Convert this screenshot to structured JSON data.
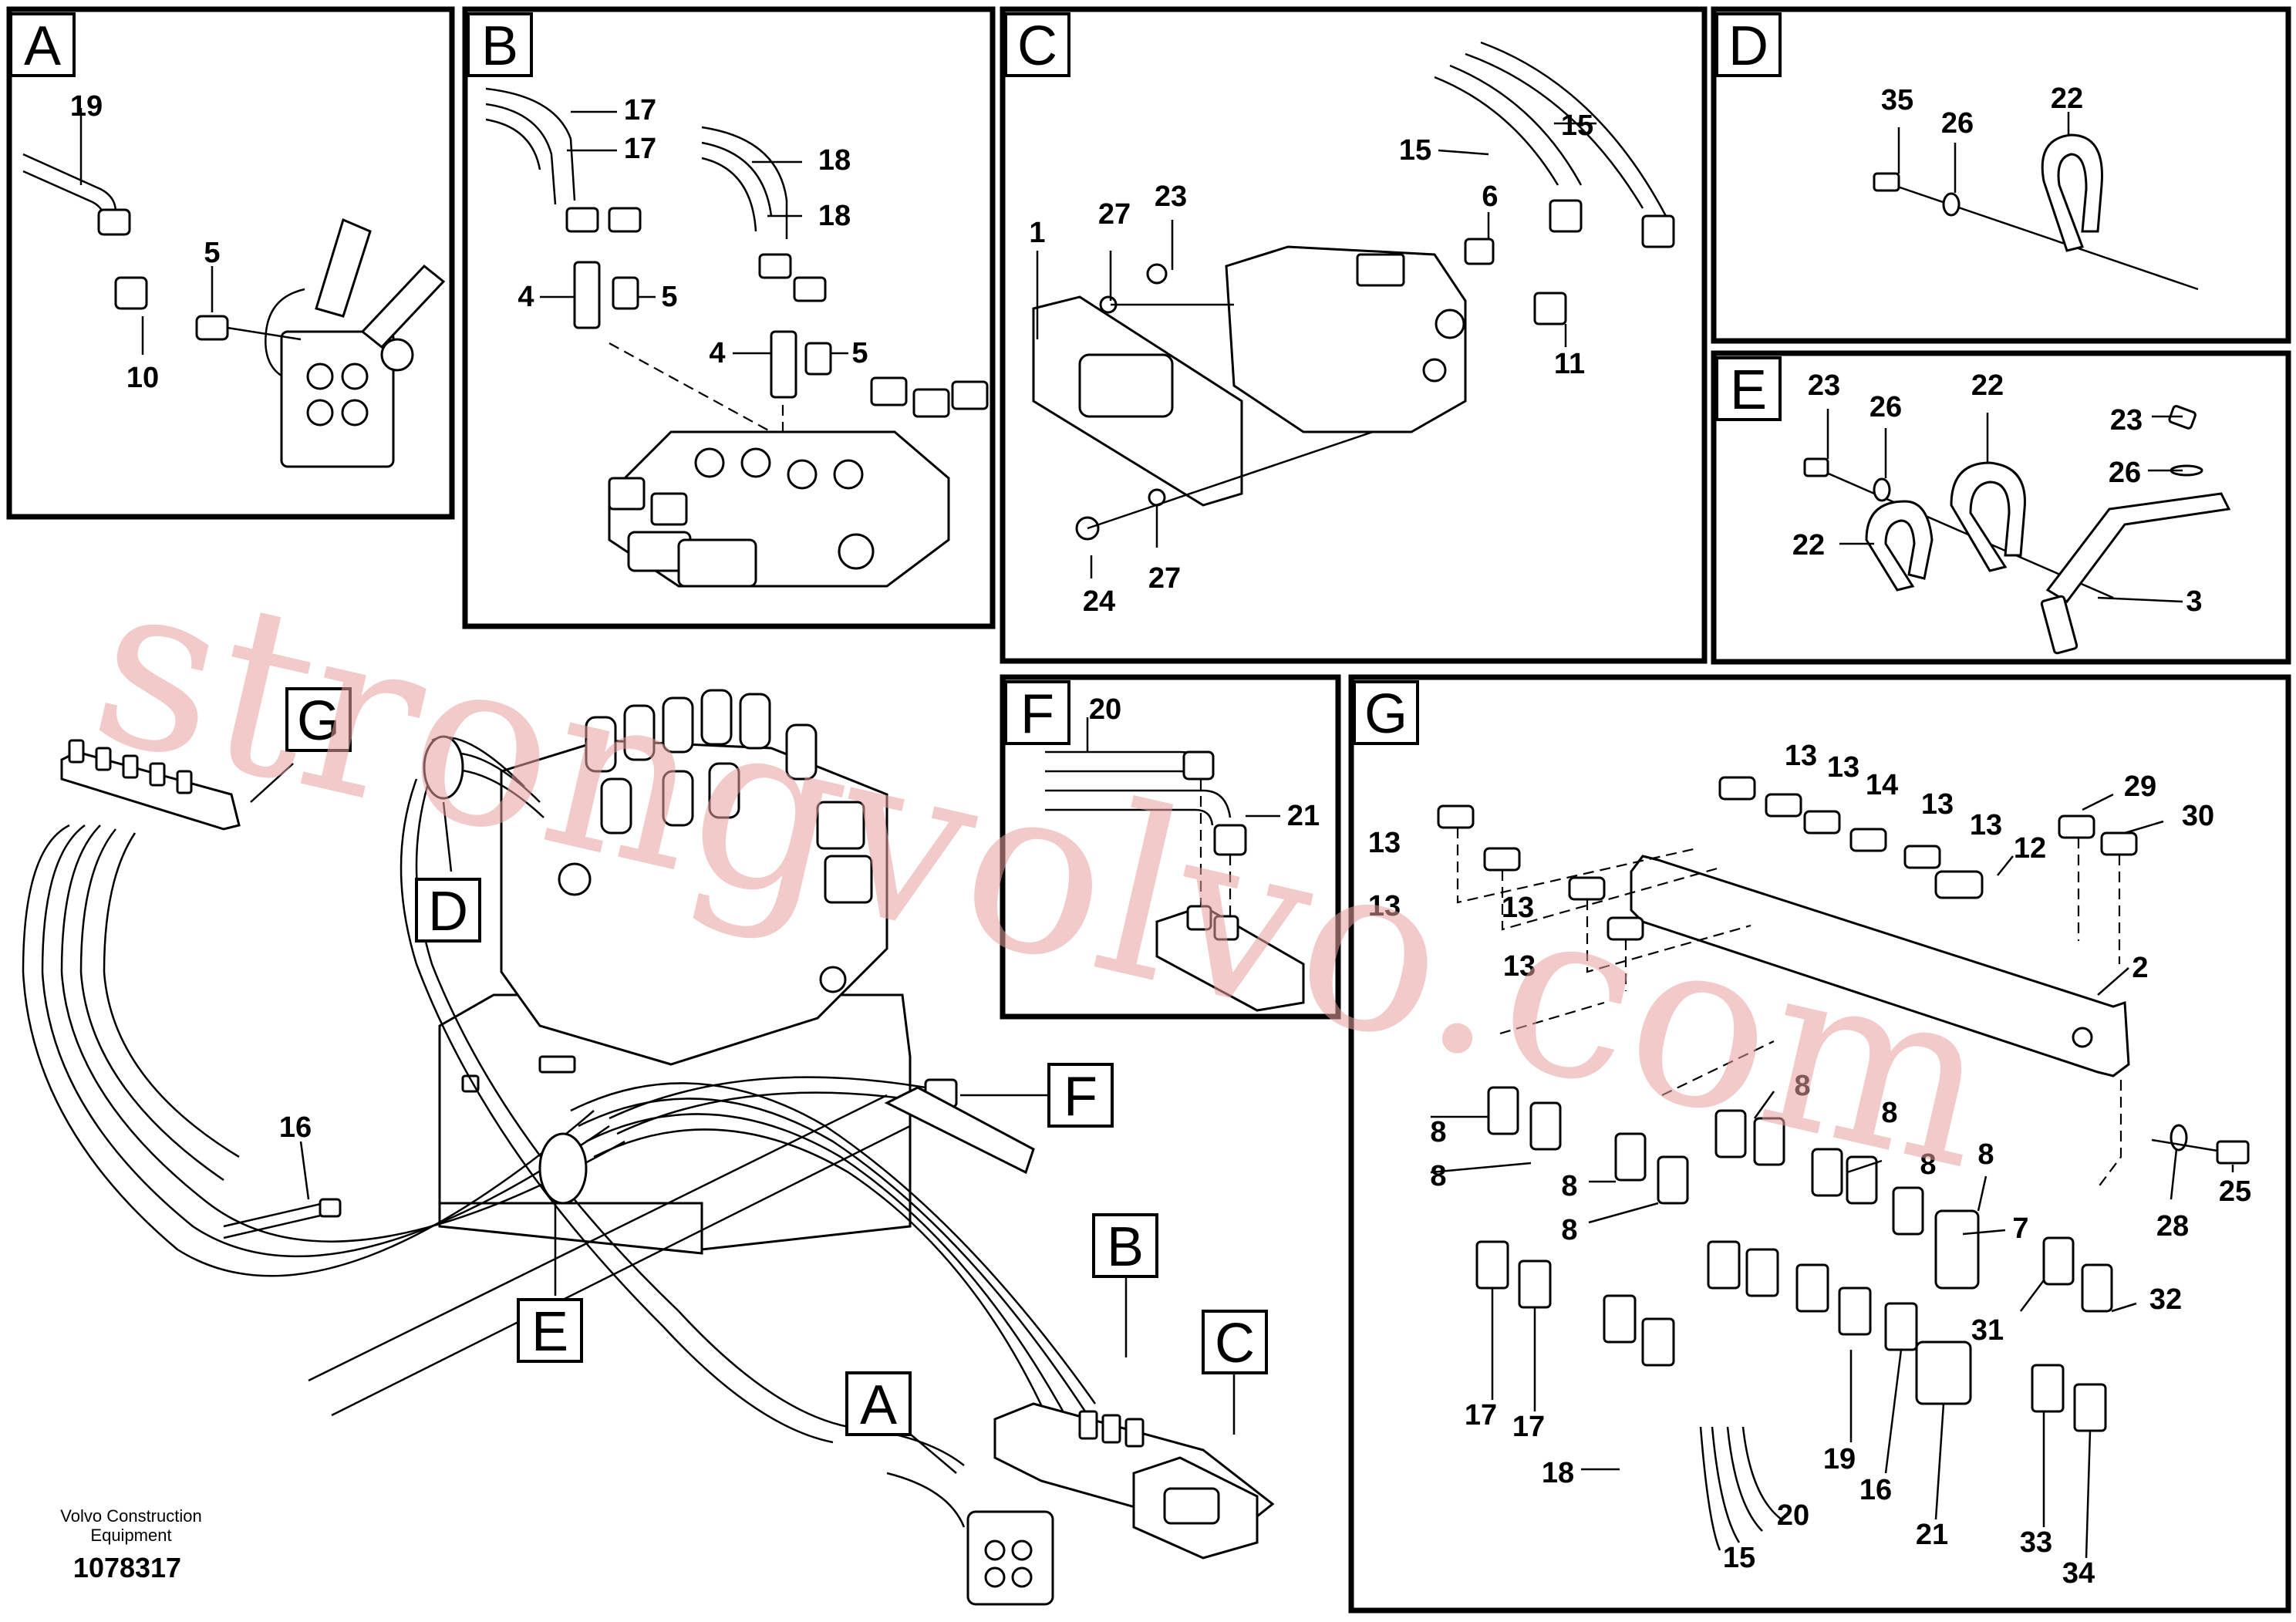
{
  "panels": {
    "A": {
      "label": "A",
      "callouts": [
        "19",
        "5",
        "10"
      ]
    },
    "B": {
      "label": "B",
      "callouts": [
        "17",
        "17",
        "18",
        "18",
        "4",
        "5",
        "4",
        "5"
      ]
    },
    "C": {
      "label": "C",
      "callouts": [
        "1",
        "27",
        "23",
        "24",
        "27",
        "6",
        "11",
        "15",
        "15"
      ]
    },
    "D": {
      "label": "D",
      "callouts": [
        "35",
        "26",
        "22"
      ]
    },
    "E": {
      "label": "E",
      "callouts": [
        "23",
        "26",
        "22",
        "22",
        "23",
        "26",
        "3"
      ]
    },
    "F": {
      "label": "F",
      "callouts": [
        "20",
        "21"
      ]
    },
    "G": {
      "label": "G",
      "callouts": [
        "13",
        "13",
        "13",
        "13",
        "13",
        "13",
        "14",
        "13",
        "13",
        "12",
        "29",
        "30",
        "2",
        "8",
        "8",
        "8",
        "8",
        "8",
        "8",
        "8",
        "8",
        "7",
        "28",
        "25",
        "31",
        "32",
        "17",
        "17",
        "18",
        "19",
        "20",
        "16",
        "21",
        "15",
        "33",
        "34"
      ]
    }
  },
  "main": {
    "tags": [
      "G",
      "D",
      "F",
      "E",
      "B",
      "C",
      "A"
    ],
    "callouts": [
      "16"
    ]
  },
  "footer": {
    "company_line1": "Volvo Construction",
    "company_line2": "Equipment",
    "drawing_number": "1078317"
  },
  "watermark": "strongvolvo.com",
  "colors": {
    "line": "#000000",
    "background": "#ffffff",
    "watermark": "#e8a0a0"
  }
}
